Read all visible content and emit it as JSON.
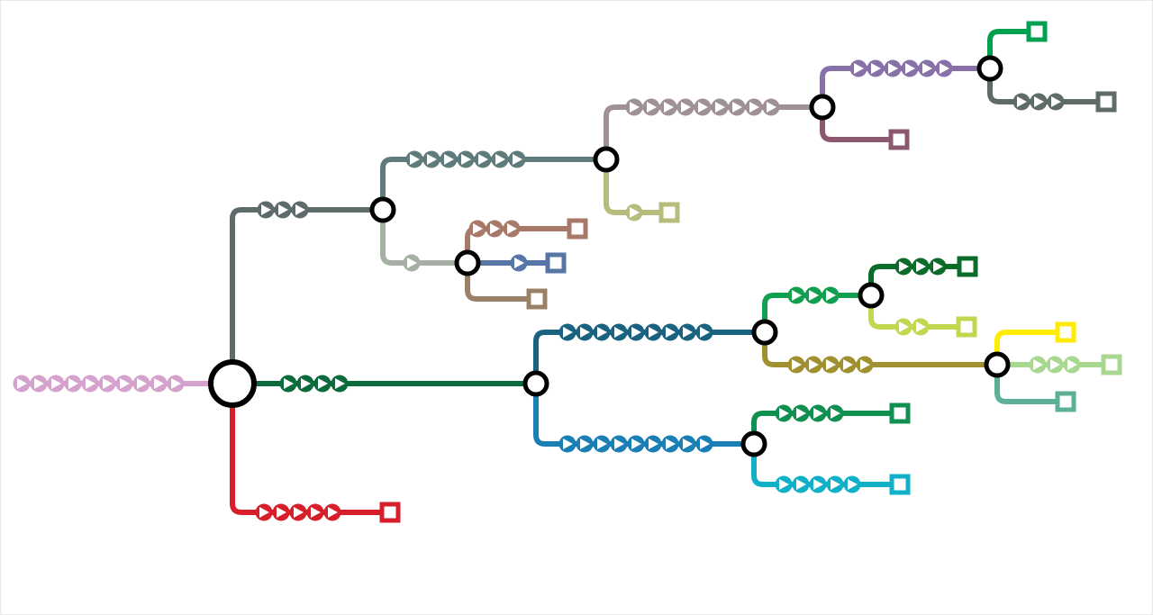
{
  "diagram": {
    "type": "branching tree (metro-line style)",
    "node_stroke_color": "#000000",
    "marker_icon": "circle-with-right-triangle",
    "leaf_icon": "hollow-square",
    "branches": {
      "input": {
        "color": "#d4a2cd",
        "markers": 10
      },
      "root_up": {
        "color": "#5e6b6b",
        "markers": 3
      },
      "root_right": {
        "color": "#0b6b3a",
        "markers": 4
      },
      "root_down": {
        "color": "#d61f2b",
        "markers": 5
      },
      "a_up": {
        "color": "#5f7b7b",
        "markers": 7
      },
      "a_down": {
        "color": "#a7b0a5",
        "markers": 1
      },
      "c_up": {
        "color": "#a87868",
        "markers": 3
      },
      "c_right": {
        "color": "#5676a5",
        "markers": 1
      },
      "c_down": {
        "color": "#9b8068",
        "markers": 0
      },
      "b_up": {
        "color": "#a09098",
        "markers": 9
      },
      "b_down": {
        "color": "#b5bc7c",
        "markers": 1
      },
      "d_up": {
        "color": "#8870a8",
        "markers": 6
      },
      "d_down": {
        "color": "#8b5870",
        "markers": 0
      },
      "e_up": {
        "color": "#00a050",
        "markers": 0
      },
      "e_down": {
        "color": "#5e6b68",
        "markers": 3
      },
      "f_up": {
        "color": "#1a6380",
        "markers": 9
      },
      "f_down": {
        "color": "#1a7fb5",
        "markers": 9
      },
      "g_up": {
        "color": "#10a050",
        "markers": 3
      },
      "g_down": {
        "color": "#a09030",
        "markers": 5
      },
      "i_up": {
        "color": "#0b6b2a",
        "markers": 3
      },
      "i_down": {
        "color": "#c0d850",
        "markers": 2
      },
      "j_up": {
        "color": "#ffec00",
        "markers": 0
      },
      "j_right": {
        "color": "#a8d890",
        "markers": 3
      },
      "j_down": {
        "color": "#5db098",
        "markers": 0
      },
      "h_up": {
        "color": "#109050",
        "markers": 4
      },
      "h_down": {
        "color": "#10b0c8",
        "markers": 5
      }
    }
  }
}
